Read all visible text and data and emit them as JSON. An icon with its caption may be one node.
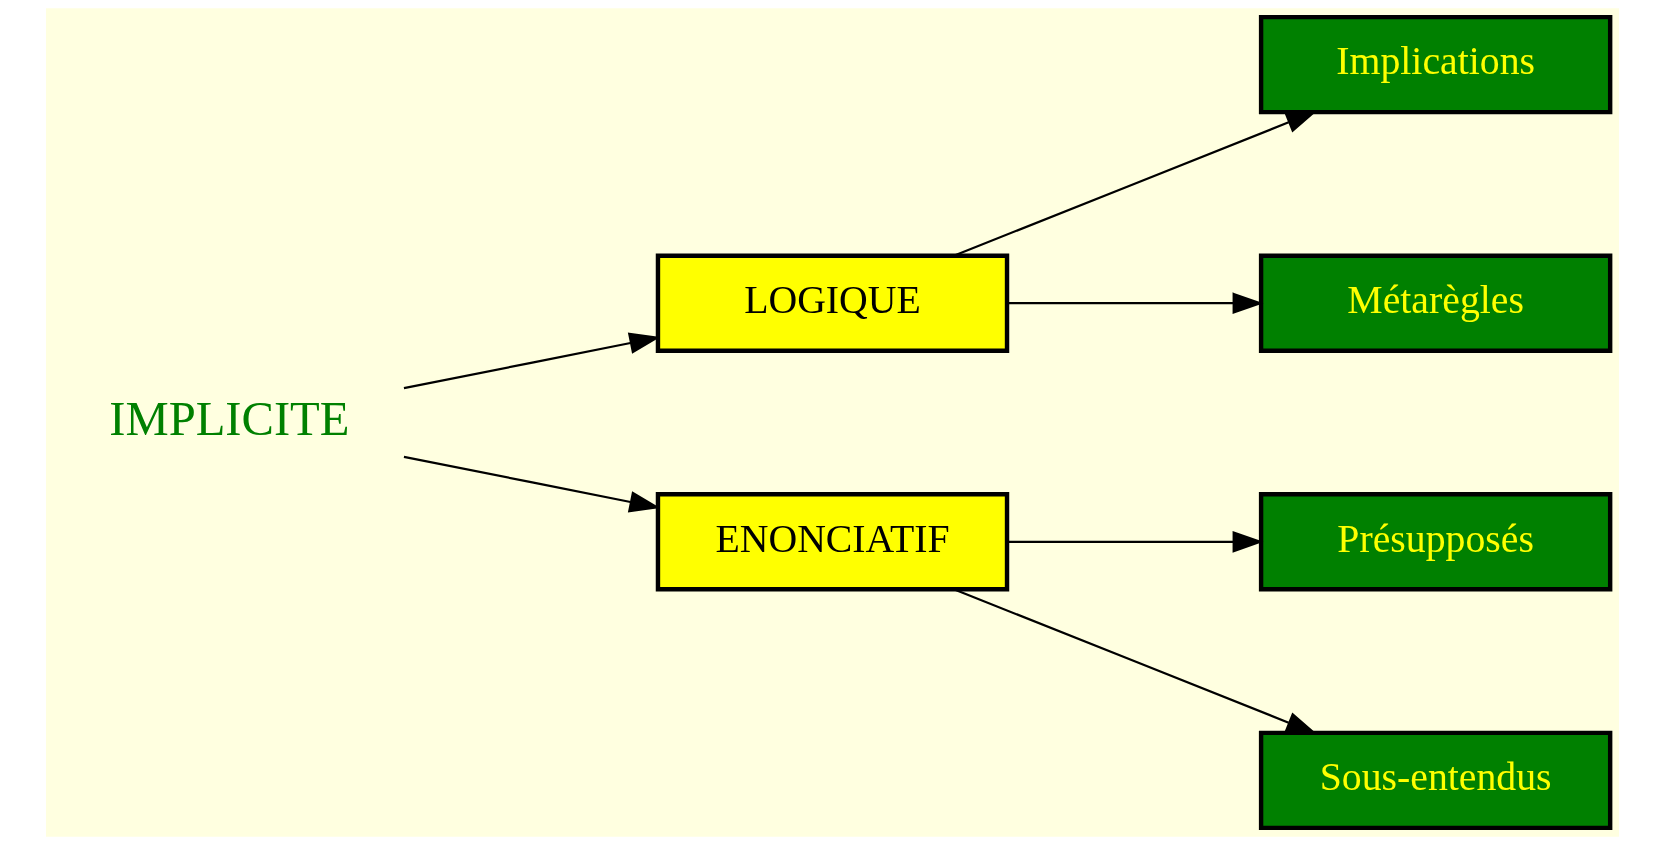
{
  "diagram": {
    "nodes": [
      {
        "text": [
          "IMPLICITE"
        ]
      },
      {
        "text": [
          "LOGIQUE"
        ]
      },
      {
        "text": [
          "ENONCIATIF"
        ]
      },
      {
        "text": [
          "Implications"
        ]
      },
      {
        "text": [
          "Métarègles"
        ]
      },
      {
        "text": [
          "Présupposés"
        ]
      },
      {
        "text": [
          "Sous-entendus"
        ]
      }
    ],
    "edges": [
      {
        "from": 0,
        "to": 1,
        "arrow": "to"
      },
      {
        "from": 0,
        "to": 2,
        "arrow": "to"
      },
      {
        "from": 1,
        "to": 3,
        "arrow": "to"
      },
      {
        "from": 1,
        "to": 4,
        "arrow": "to"
      },
      {
        "from": 2,
        "to": 5,
        "arrow": "to"
      },
      {
        "from": 2,
        "to": 6,
        "arrow": "to"
      }
    ]
  }
}
